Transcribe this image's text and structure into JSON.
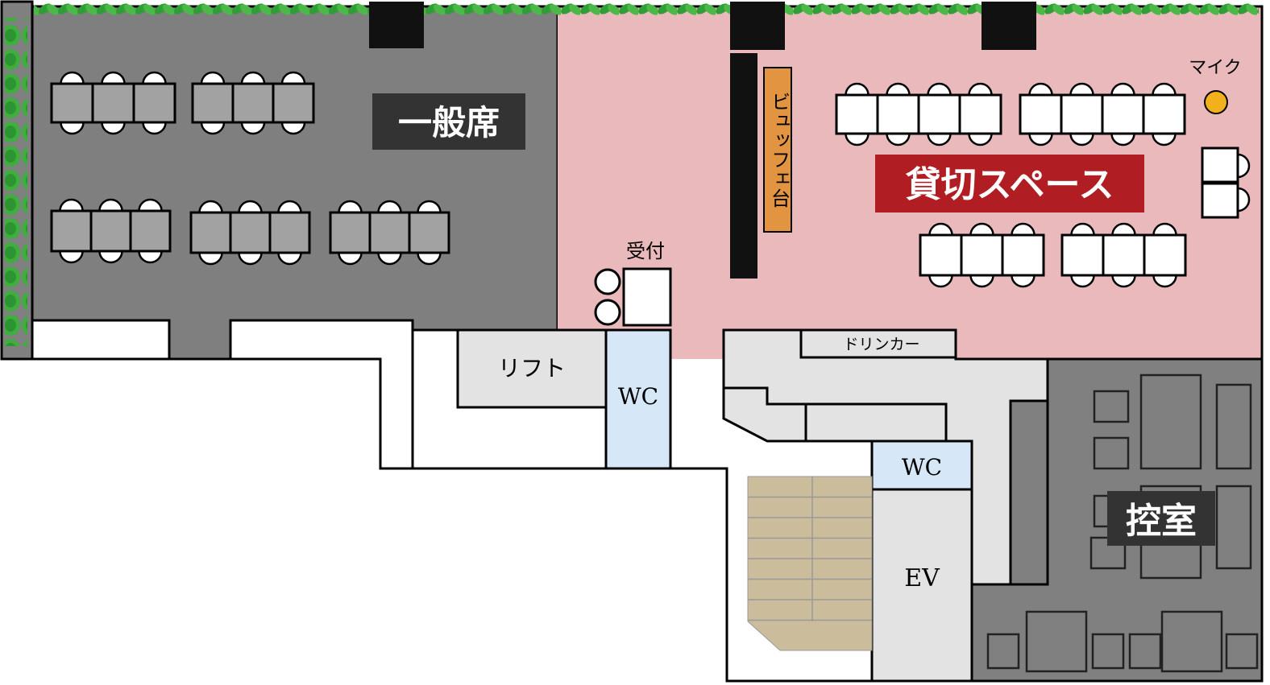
{
  "labels": {
    "general_seating": "一般席",
    "private_space": "貸切スペース",
    "buffet_table": "ビュッフェ台",
    "reception": "受付",
    "microphone": "マイク",
    "lift": "リフト",
    "wc_left": "WC",
    "wc_right": "WC",
    "drink_cart": "ドリンカー",
    "elevator": "EV",
    "waiting_room": "控室"
  },
  "colors": {
    "general_area": "#7f7f7f",
    "private_area": "#eab9bc",
    "waiting_area": "#808080",
    "wc": "#d6e8f7",
    "service": "#e3e3e3",
    "stairs": "#cbbd9c",
    "buffet": "#e39440",
    "private_badge": "#b01e23",
    "dark_badge": "#333333",
    "mic": "#f2b01c",
    "planter": "#2f9e35"
  },
  "icons": {
    "microphone": "mic-icon",
    "planter": "leaf-icon"
  }
}
